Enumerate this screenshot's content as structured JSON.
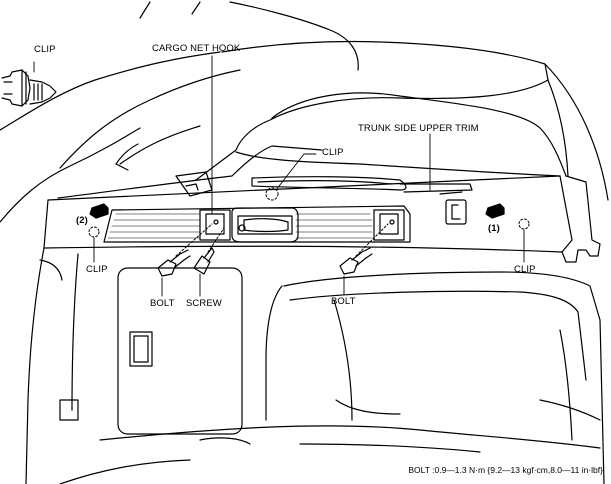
{
  "labels": {
    "clip_top_left": "CLIP",
    "cargo_net_hook": "CARGO NET HOOK",
    "clip_center": "CLIP",
    "trunk_side_upper_trim": "TRUNK SIDE UPPER TRIM",
    "marker_2": "(2)",
    "marker_1": "(1)",
    "clip_left": "CLIP",
    "clip_right": "CLIP",
    "bolt_left": "BOLT",
    "screw": "SCREW",
    "bolt_right": "BOLT"
  },
  "torque_spec": "BOLT :0.9—1.3 N·m {9.2—13 kgf·cm,8.0—11 in·lbf}"
}
